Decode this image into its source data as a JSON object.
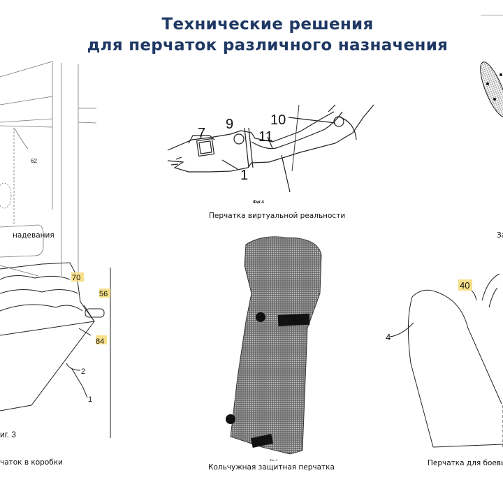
{
  "slide": {
    "title_line1": "Технические решения",
    "title_line2": "для перчаток различного назначения"
  },
  "figures": [
    {
      "caption": "надевания",
      "labels": [
        "62"
      ]
    },
    {
      "caption": "Перчатка виртуальной реальности",
      "fig_label": "Фиг.4",
      "labels": [
        "7",
        "9",
        "10",
        "11",
        "1"
      ]
    },
    {
      "caption": "За"
    },
    {
      "caption": "чаток в коробки",
      "fig_label": "иг. 3",
      "labels": [
        "70",
        "56",
        "84",
        "2",
        "1"
      ]
    },
    {
      "caption": "Кольчужная защитная перчатка",
      "fig_label": "Фиг. 2"
    },
    {
      "caption": "Перчатка для боевы",
      "labels": [
        "40",
        "4"
      ]
    }
  ],
  "colors": {
    "title": "#1f3864",
    "label_highlight": "#f7e08a"
  }
}
